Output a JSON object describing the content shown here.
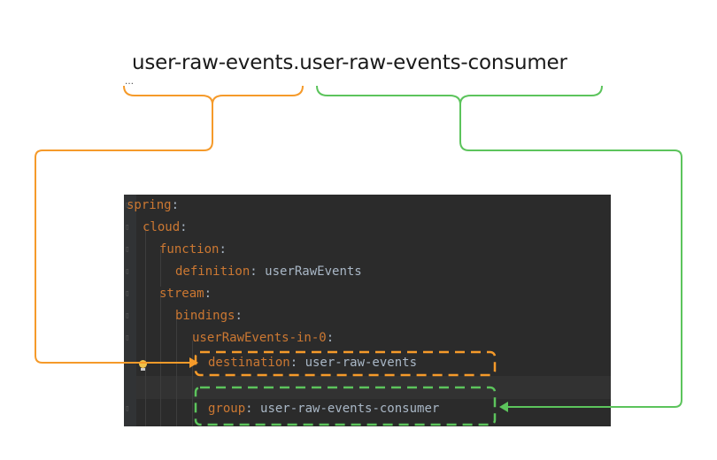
{
  "diagram": {
    "title": "user-raw-events.user-raw-events-consumer",
    "title_ellipsis": "…",
    "colors": {
      "destination": "#f59a2a",
      "group": "#5cc45c"
    }
  },
  "editor": {
    "lines": [
      {
        "key": "spring",
        "sep": ":",
        "value": ""
      },
      {
        "key": "cloud",
        "sep": ":",
        "value": ""
      },
      {
        "key": "function",
        "sep": ":",
        "value": ""
      },
      {
        "key": "definition",
        "sep": ": ",
        "value": "userRawEvents"
      },
      {
        "key": "stream",
        "sep": ":",
        "value": ""
      },
      {
        "key": "bindings",
        "sep": ":",
        "value": ""
      },
      {
        "key": "userRawEvents-in-0",
        "sep": ":",
        "value": ""
      },
      {
        "key": "destination",
        "sep": ": ",
        "value": "user-raw-events"
      },
      {
        "key": "",
        "sep": "",
        "value": ""
      },
      {
        "key": "group",
        "sep": ": ",
        "value": "user-raw-events-consumer"
      }
    ],
    "fold_markers": [
      "▯",
      "▯",
      "▯",
      "▯",
      "▯",
      "▯",
      "▯",
      "",
      "",
      "▯"
    ],
    "colors": {
      "background": "#2b2b2b",
      "key": "#cc7832",
      "value": "#a9b7c6"
    }
  }
}
